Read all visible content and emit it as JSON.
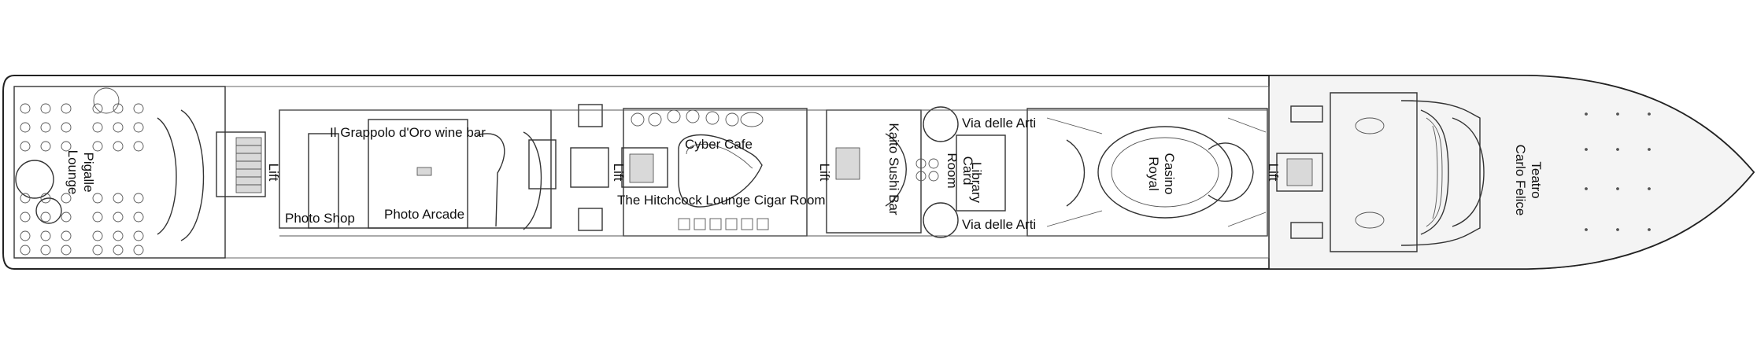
{
  "labels": {
    "pigalle_lounge": [
      "Pigalle",
      "Lounge"
    ],
    "lift": "Lift",
    "il_grappolo": "Il Grappolo d'Oro wine bar",
    "photo_shop": "Photo Shop",
    "photo_arcade": "Photo Arcade",
    "cyber_cafe": "Cyber Cafe",
    "hitchcock": "The Hitchcock Lounge Cigar Room",
    "kaito": "Kaito Sushi Bar",
    "card_room": [
      "Card",
      "Room"
    ],
    "library": "Library",
    "via_delle_arti": "Via delle Arti",
    "casino_royal": [
      "Casino",
      "Royal"
    ],
    "teatro": [
      "Teatro",
      "Carlo Felice"
    ]
  }
}
